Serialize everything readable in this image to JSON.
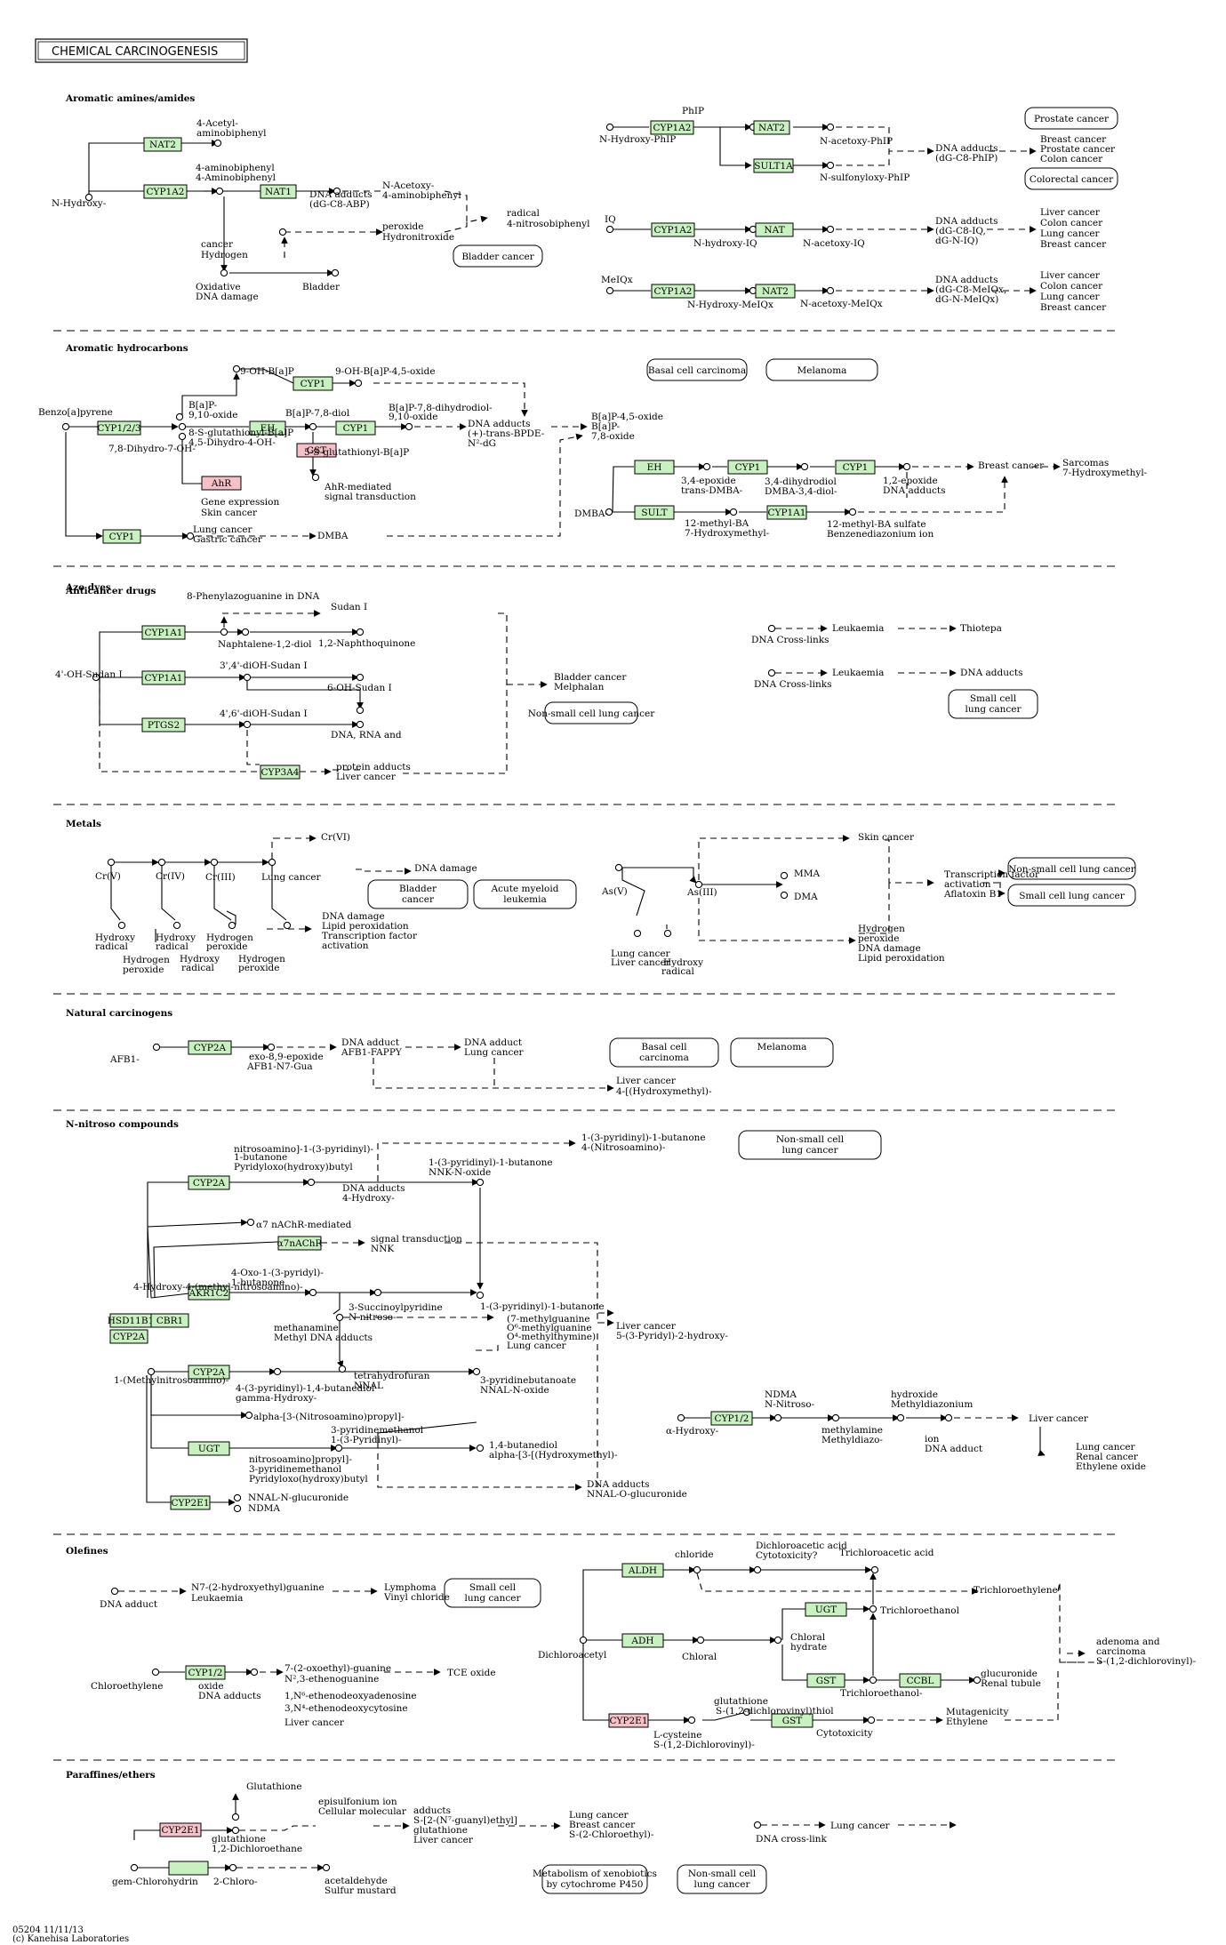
{
  "title": "CHEMICAL CARCINOGENESIS",
  "footer": [
    "05204 11/11/13",
    "(c) Kanehisa Laboratories"
  ],
  "colors": {
    "gene": "#c8f0c0",
    "gene_alt": "#f5c0c8",
    "line": "#000000"
  },
  "sections": [
    "Aromatic amines/amides",
    "Aromatic hydrocarbons",
    "Azo dyes",
    "Anticancer drugs",
    "Metals",
    "Natural carcinogens",
    "N-nitroso compounds",
    "Olefines",
    "Paraffines/ethers"
  ],
  "genes": [
    "NAT2",
    "CYP1A2",
    "NAT1",
    "CYP1A2",
    "NAT2",
    "SULT1A",
    "CYP1A2",
    "NAT",
    "CYP1A2",
    "NAT2",
    "CYP1",
    "CYP1/2/3",
    "EH",
    "CYP1",
    "GST",
    "AhR",
    "CYP1",
    "EH",
    "CYP1",
    "CYP1",
    "SULT",
    "CYP1A1",
    "CYP1A1",
    "CYP1A1",
    "PTGS2",
    "CYP3A4",
    "CYP2A",
    "α7nAChR",
    "CYP2A",
    "AKR1C2",
    "HSD11B1",
    "CBR1",
    "CYP2A",
    "CYP2A",
    "UGT",
    "CYP2E1",
    "CYP1/2",
    "CYP1/2",
    "ALDH",
    "ADH",
    "UGT",
    "GST",
    "CCBL",
    "CYP2E1",
    "GST",
    "CYP2E1"
  ],
  "diseases": [
    "Bladder cancer",
    "Prostate cancer",
    "Colorectal cancer",
    "Basal cell carcinoma",
    "Melanoma",
    "Non-small cell lung cancer",
    "Small cell lung cancer",
    "Bladder cancer",
    "Acute myeloid leukemia",
    "Non-small cell lung cancer",
    "Small cell lung cancer",
    "Basal cell carcinoma",
    "Melanoma",
    "Non-small cell lung cancer",
    "Small cell lung cancer",
    "Metabolism of xenobiotics by cytochrome P450",
    "Non-small cell lung cancer",
    "Small cell lung cancer",
    "Acute myeloid leukemia",
    "Non-small cell lung cancer",
    "Small cell lung cancer"
  ],
  "labels": [
    "4-Acetyl-",
    "aminobiphenyl",
    "N-Hydroxy-",
    "4-aminobiphenyl",
    "4-Aminobiphenyl",
    "DNA adducts",
    "(dG-C8-ABP)",
    "N-Acetoxy-",
    "4-aminobiphenyl",
    "Oxidative",
    "DNA damage",
    "Bladder",
    "cancer",
    "Hydrogen",
    "peroxide",
    "Hydronitroxide",
    "radical",
    "4-nitrosobiphenyl",
    "N-Hydroxy-PhIP",
    "PhIP",
    "N-acetoxy-PhIP",
    "N-sulfonyloxy-PhIP",
    "DNA adducts",
    "(dG-C8-PhIP)",
    "Breast cancer",
    "Prostate cancer",
    "Colon cancer",
    "IQ",
    "N-hydroxy-IQ",
    "N-acetoxy-IQ",
    "DNA adducts",
    "(dG-C8-IQ,",
    "dG-N-IQ)",
    "Liver cancer",
    "Colon cancer",
    "Lung cancer",
    "Breast cancer",
    "MeIQx",
    "N-Hydroxy-MeIQx",
    "N-acetoxy-MeIQx",
    "DNA adducts",
    "(dG-C8-MeIQx,",
    "dG-N-MeIQx)",
    "Liver cancer",
    "Colon cancer",
    "Lung cancer",
    "Breast cancer",
    "9-OH-B[a]P",
    "9-OH-B[a]P-4,5-oxide",
    "Benzo[a]pyrene",
    "B[a]P-",
    "9,10-oxide",
    "B[a]P-7,8-diol",
    "B[a]P-7,8-dihydrodiol-",
    "9,10-oxide",
    "DNA adducts",
    "(+)-trans-BPDE-",
    "N²-dG",
    "B[a]P-4,5-oxide",
    "B[a]P-",
    "7,8-oxide",
    "7,8-Dihydro-7-OH-",
    "8-S-glutathionyl-B[a]P",
    "4,5-Dihydro-4-OH-",
    "5-S-glutathionyl-B[a]P",
    "AhR-mediated",
    "signal transduction",
    "Gene expression",
    "Skin cancer",
    "Lung cancer",
    "Gastric cancer",
    "DMBA",
    "DMBA-",
    "3,4-epoxide",
    "trans-DMBA-",
    "3,4-dihydrodiol",
    "DMBA-3,4-diol-",
    "1,2-epoxide",
    "DNA adducts",
    "Breast cancer",
    "Sarcomas",
    "7-Hydroxymethyl-",
    "12-methyl-BA",
    "7-Hydroxymethyl-",
    "12-methyl-BA sulfate",
    "Benzenediazonium ion",
    "8-Phenylazoguanine in DNA",
    "Sudan I",
    "Naphtalene-1,2-diol",
    "1,2-Naphthoquinone",
    "4'-OH-Sudan I",
    "3',4'-diOH-Sudan I",
    "6-OH-Sudan I",
    "4',6'-diOH-Sudan I",
    "DNA, RNA and",
    "protein adducts",
    "Liver cancer",
    "Bladder cancer",
    "Melphalan",
    "DNA Cross-links",
    "Leukaemia",
    "Thiotepa",
    "DNA Cross-links",
    "Leukaemia",
    "DNA adducts",
    "Cr(VI)",
    "Cr(V)",
    "Cr(IV)",
    "Cr(III)",
    "Lung cancer",
    "Hydroxy",
    "radical",
    "Hydroxy",
    "radical",
    "Hydroxy",
    "radical",
    "Hydrogen",
    "peroxide",
    "Hydrogen",
    "peroxide",
    "Hydrogen",
    "peroxide",
    "DNA damage",
    "Lipid peroxidation",
    "Transcription factor",
    "activation",
    "DNA damage",
    "As(V)",
    "As(III)",
    "MMA",
    "DMA",
    "Skin cancer",
    "Lung cancer",
    "Liver cancer",
    "Hydroxy",
    "radical",
    "Hydrogen",
    "peroxide",
    "DNA damage",
    "Lipid peroxidation",
    "Transcription factor",
    "activation",
    "Aflatoxin B1",
    "AFB1-",
    "exo-8,9-epoxide",
    "AFB1-N7-Gua",
    "DNA adduct",
    "AFB1-FAPPY",
    "DNA adduct",
    "Lung cancer",
    "Liver cancer",
    "4-[(Hydroxymethyl)-",
    "nitrosoamino]-1-(3-pyridinyl)-",
    "1-butanone",
    "Pyridyloxo(hydroxy)butyl",
    "DNA adducts",
    "4-Hydroxy-",
    "1-(3-pyridinyl)-1-butanone",
    "4-(Nitrosoamino)-",
    "1-(3-pyridinyl)-1-butanone",
    "NNK-N-oxide",
    "α7 nAChR-mediated",
    "signal transduction",
    "NNK",
    "4-Hydroxy-4-(methyl-nitrosoamino)-",
    "1-(3-pyridinyl)-1-butanone",
    "4-Oxo-1-(3-pyridyl)-",
    "1-butanone",
    "3-Succinoylpyridine",
    "N-nitroso-",
    "methanamine",
    "Methyl DNA adducts",
    "(7-methylguanine",
    "O⁶-methylguanine",
    "O⁴-methylthymine)",
    "Lung cancer",
    "Liver cancer",
    "5-(3-Pyridyl)-2-hydroxy-",
    "tetrahydrofuran",
    "NNAL",
    "1-(Methylnitrosoamino)-",
    "4-(3-pyridinyl)-1,4-butanediol",
    "gamma-Hydroxy-",
    "3-pyridinebutanoate",
    "NNAL-N-oxide",
    "alpha-[3-(Nitrosoamino)propyl]-",
    "3-pyridinemethanol",
    "1-(3-Pyridinyl)-",
    "1,4-butanediol",
    "alpha-[3-[(Hydroxymethyl)-",
    "nitrosoamino]propyl]-",
    "3-pyridinemethanol",
    "Pyridyloxo(hydroxy)butyl",
    "DNA adducts",
    "NNAL-O-glucuronide",
    "NNAL-N-glucuronide",
    "NDMA",
    "α-Hydroxy-",
    "NDMA",
    "N-Nitroso-",
    "methylamine",
    "Methyldiazo-",
    "hydroxide",
    "Methyldiazonium",
    "ion",
    "DNA adduct",
    "Liver cancer",
    "Lung cancer",
    "Renal cancer",
    "Ethylene oxide",
    "DNA adduct",
    "N7-(2-hydroxyethyl)guanine",
    "Leukaemia",
    "Lymphoma",
    "Vinyl chloride",
    "Chloroethylene",
    "oxide",
    "DNA adducts",
    "7-(2-oxoethyl)-guanine",
    "N²,3-ethenoguanine",
    "1,N⁶-ethenodeoxyadenosine",
    "3,N⁴-ethenodeoxycytosine",
    "Liver cancer",
    "TCE oxide",
    "Dichloroacetyl",
    "chloride",
    "Dichloroacetic acid",
    "Cytotoxicity?",
    "Trichloroacetic acid",
    "Trichloroethylene",
    "Chloral",
    "Chloral",
    "hydrate",
    "Trichloroethanol",
    "Trichloroethanol-",
    "glucuronide",
    "Renal tubule",
    "adenoma and",
    "carcinoma",
    "S-(1,2-dichlorovinyl)-",
    "L-cysteine",
    "S-(1,2-Dichlorovinyl)-",
    "glutathione",
    "S-(1,2-dichlorovinyl)thiol",
    "Cytotoxicity",
    "Mutagenicity",
    "Ethylene",
    "Glutathione",
    "episulfonium ion",
    "Cellular molecular",
    "adducts",
    "S-[2-(N⁷-guanyl)ethyl]",
    "glutathione",
    "Liver cancer",
    "Lung cancer",
    "Breast cancer",
    "S-(2-Chloroethyl)-",
    "glutathione",
    "1,2-Dichloroethane",
    "gem-Chlorohydrin",
    "2-Chloro-",
    "acetaldehyde",
    "Sulfur mustard",
    "DNA cross-link",
    "Lung cancer"
  ]
}
